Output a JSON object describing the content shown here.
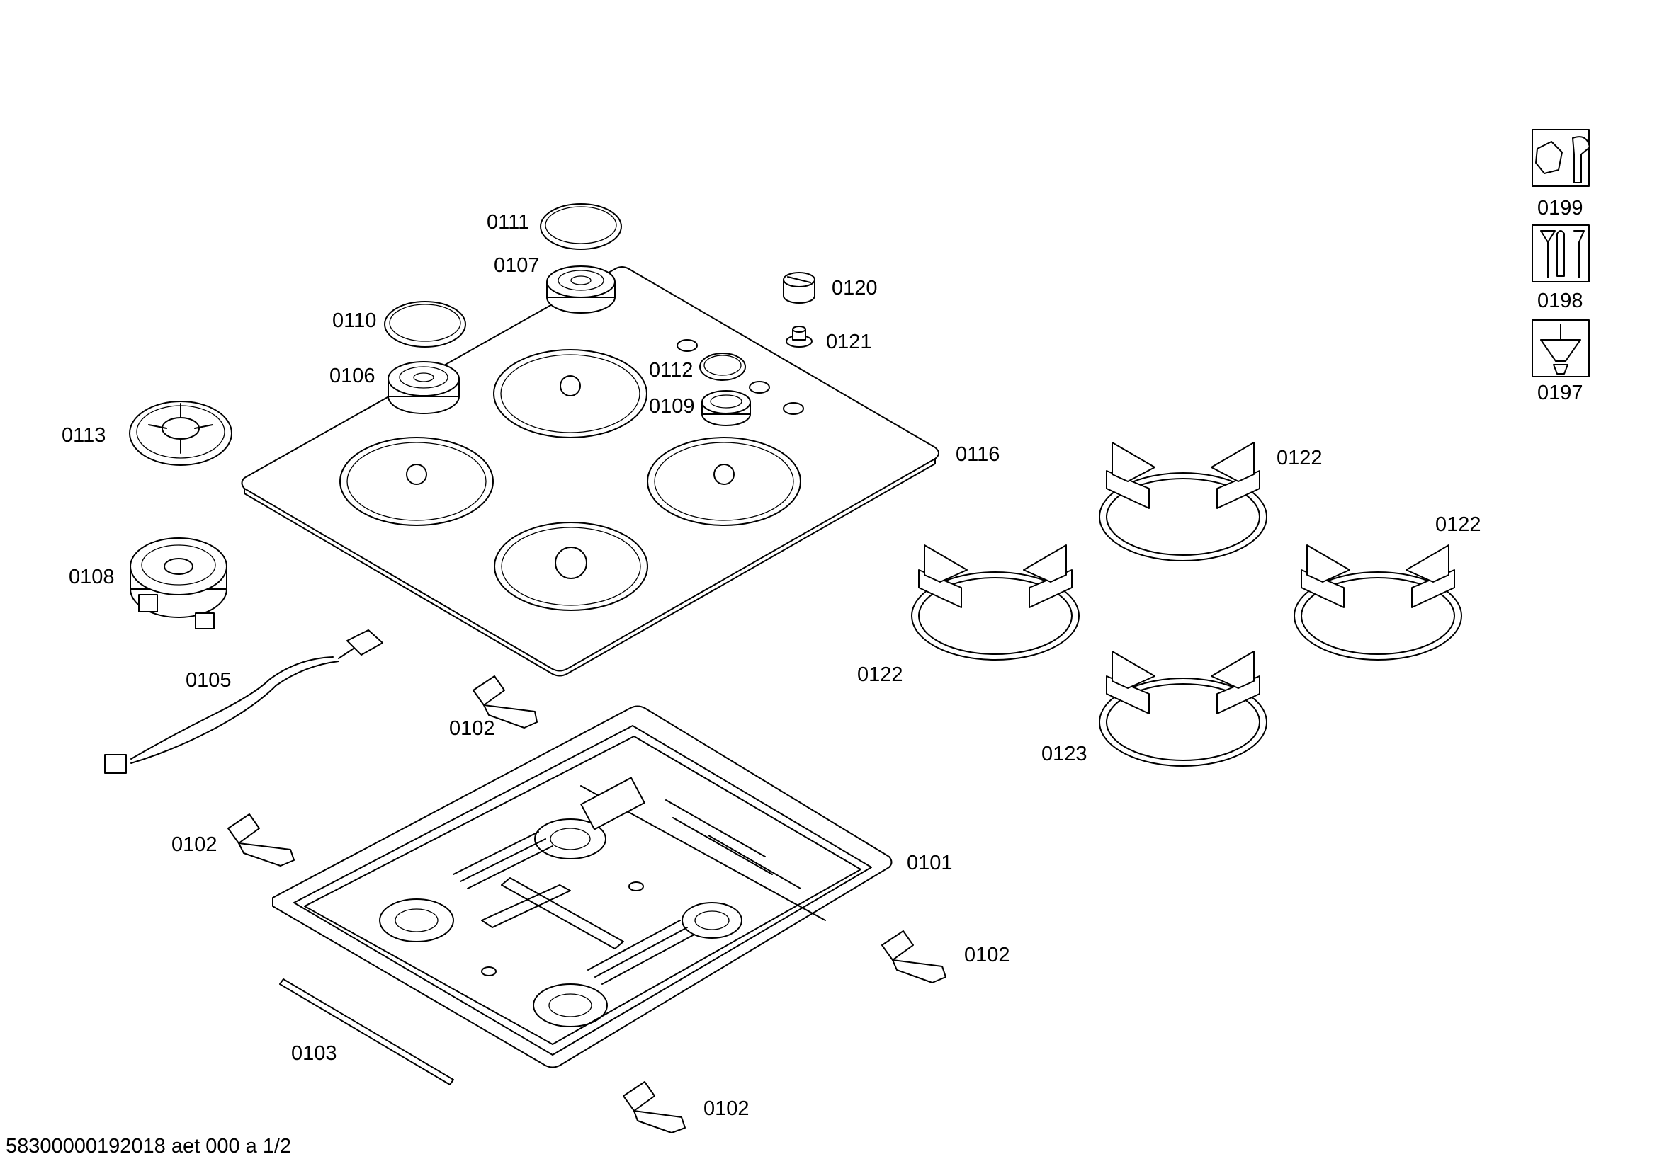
{
  "parts": {
    "p0111": "0111",
    "p0107": "0107",
    "p0110": "0110",
    "p0106": "0106",
    "p0113": "0113",
    "p0108": "0108",
    "p0105": "0105",
    "p0112": "0112",
    "p0109": "0109",
    "p0120": "0120",
    "p0121": "0121",
    "p0116": "0116",
    "p0122a": "0122",
    "p0122b": "0122",
    "p0122c": "0122",
    "p0123": "0123",
    "p0102a": "0102",
    "p0102b": "0102",
    "p0102c": "0102",
    "p0102d": "0102",
    "p0101": "0101",
    "p0103": "0103"
  },
  "legend": {
    "items": [
      {
        "code": "0199",
        "icon": "wrench-nut-icon"
      },
      {
        "code": "0198",
        "icon": "screws-icon"
      },
      {
        "code": "0197",
        "icon": "screwdriver-icon"
      }
    ]
  },
  "footer": {
    "doc_id": "58300000192018 aet 000 a 1/2"
  }
}
